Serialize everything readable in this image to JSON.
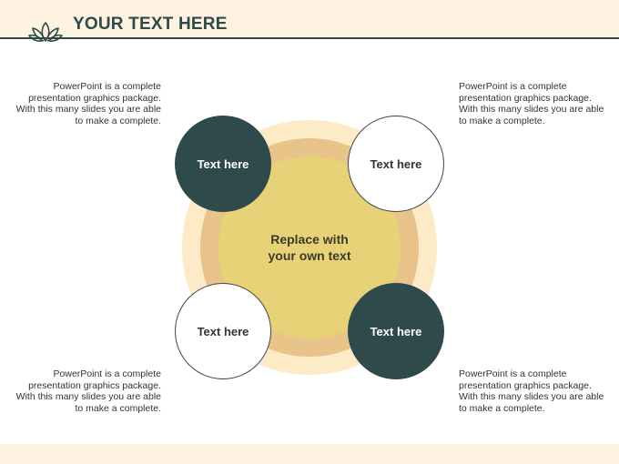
{
  "header": {
    "title": "YOUR TEXT HERE",
    "logo_icon": "lotus-icon"
  },
  "colors": {
    "accent_dark": "#2e4a4a",
    "band": "#fdf3e0",
    "ring_outer": "#fdeac6",
    "ring_mid": "#e8c48a",
    "ring_inner": "#e8d277"
  },
  "center": {
    "label": "Replace with\nyour own text"
  },
  "nodes": [
    {
      "label": "Text here",
      "style": "dark"
    },
    {
      "label": "Text here",
      "style": "light"
    },
    {
      "label": "Text here",
      "style": "light"
    },
    {
      "label": "Text here",
      "style": "dark"
    }
  ],
  "descriptions": [
    "PowerPoint is a complete presentation graphics package. With this many slides you are able to make a complete.",
    "PowerPoint is a complete presentation graphics package. With this many slides you are able to make a complete.",
    "PowerPoint is a complete presentation graphics package. With this many slides you are able to make a complete.",
    "PowerPoint is a complete presentation graphics package. With this many slides you are able to make a complete."
  ]
}
